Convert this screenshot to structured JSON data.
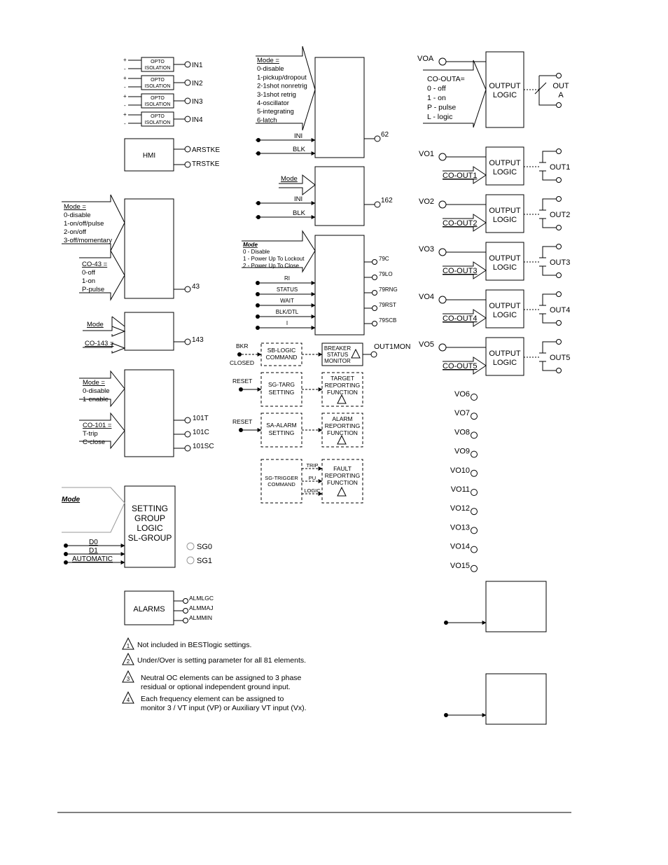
{
  "inputs": {
    "opto_label_1": "OPTO",
    "opto_label_2": "ISOLATION",
    "plus": "+",
    "minus": "-",
    "items": [
      "IN1",
      "IN2",
      "IN3",
      "IN4"
    ]
  },
  "hmi": {
    "title": "HMI",
    "out1": "ARSTKE",
    "out2": "TRSTKE"
  },
  "b43": {
    "mode_lines": [
      "Mode =",
      "0-disable",
      "1-on/off/pulse",
      "2-on/off",
      "3-off/momentary"
    ],
    "co_lines": [
      "CO-43 =",
      "0-off",
      "1-on",
      "P-pulse"
    ],
    "out": "43"
  },
  "b143": {
    "mode": "Mode",
    "co": "CO-143 =",
    "out": "143"
  },
  "b101": {
    "mode_lines": [
      "Mode =",
      "0-disable",
      "1-enable"
    ],
    "co_lines": [
      "CO-101 =",
      "T-trip",
      "C-close"
    ],
    "outs": [
      "101T",
      "101C",
      "101SC"
    ]
  },
  "sg": {
    "mode": "Mode",
    "lines": [
      "SETTING",
      "GROUP",
      "LOGIC",
      "SL-GROUP"
    ],
    "inputs": [
      "D0",
      "D1",
      "AUTOMATIC"
    ],
    "outs": [
      "SG0",
      "SG1"
    ]
  },
  "alarms": {
    "title": "ALARMS",
    "outs": [
      "ALMLGC",
      "ALMMAJ",
      "ALMMIN"
    ]
  },
  "notes": [
    {
      "num": "1",
      "lines": [
        "Not included in BESTlogic settings."
      ]
    },
    {
      "num": "2",
      "lines": [
        "Under/Over is setting parameter for all 81 elements."
      ]
    },
    {
      "num": "3",
      "lines": [
        "Neutral OC elements can be assigned to 3 phase",
        "residual or optional independent ground input."
      ]
    },
    {
      "num": "4",
      "lines": [
        "Each frequency element can be assigned to",
        "monitor 3 /   VT input (VP) or Auxiliary VT input (Vx)."
      ]
    }
  ],
  "b62": {
    "mode_lines": [
      "Mode =",
      "0-disable",
      "1-pickup/dropout",
      "2-1shot nonretrig",
      "3-1shot retrig",
      "4-oscillator",
      "5-integrating",
      "6-latch"
    ],
    "ini": "INI",
    "blk": "BLK",
    "out": "62"
  },
  "b162": {
    "mode": "Mode",
    "ini": "INI",
    "blk": "BLK",
    "out": "162"
  },
  "b79": {
    "mode_lines": [
      "Mode",
      "0 - Disable",
      "1 - Power Up To Lockout",
      "2 - Power Up To Close"
    ],
    "inputs": [
      "RI",
      "STATUS",
      "WAIT",
      "BLK/DTL",
      "I"
    ],
    "outs": [
      "79C",
      "79LO",
      "79RNG",
      "79RST",
      "79SCB"
    ]
  },
  "bkr": {
    "in1": "BKR",
    "in2": "CLOSED",
    "cmd": [
      "SB-LOGIC",
      "COMMAND"
    ],
    "mon": [
      "BREAKER",
      "STATUS",
      "MONITOR"
    ],
    "out": "OUT1MON"
  },
  "targ": {
    "in": "RESET",
    "cmd": [
      "SG-TARG",
      "SETTING"
    ],
    "fn": [
      "TARGET",
      "REPORTING",
      "FUNCTION"
    ]
  },
  "alarm": {
    "in": "RESET",
    "cmd": [
      "SA-ALARM",
      "SETTING"
    ],
    "fn": [
      "ALARM",
      "REPORTING",
      "FUNCTION"
    ]
  },
  "fault": {
    "cmd": [
      "SG-TRIGGER",
      "COMMAND"
    ],
    "sigs": [
      "TRIP",
      "PU",
      "LOGIC"
    ],
    "fn": [
      "FAULT",
      "REPORTING",
      "FUNCTION"
    ]
  },
  "voa": {
    "in": "VOA",
    "co_lines": [
      "CO-OUTA=",
      "0 - off",
      "1 - on",
      "P - pulse",
      "L - logic"
    ],
    "logic": [
      "OUTPUT",
      "LOGIC"
    ],
    "out_lines": [
      "OUT",
      "A"
    ]
  },
  "outputs": [
    {
      "vo": "VO1",
      "co": "CO-OUT1",
      "out": "OUT1"
    },
    {
      "vo": "VO2",
      "co": "CO-OUT2",
      "out": "OUT2"
    },
    {
      "vo": "VO3",
      "co": "CO-OUT3",
      "out": "OUT3"
    },
    {
      "vo": "VO4",
      "co": "CO-OUT4",
      "out": "OUT4"
    },
    {
      "vo": "VO5",
      "co": "CO-OUT5",
      "out": "OUT5"
    }
  ],
  "logic_label": [
    "OUTPUT",
    "LOGIC"
  ],
  "vo_list": [
    "VO6",
    "VO7",
    "VO8",
    "VO9",
    "VO10",
    "VO11",
    "VO12",
    "VO13",
    "VO14",
    "VO15"
  ]
}
